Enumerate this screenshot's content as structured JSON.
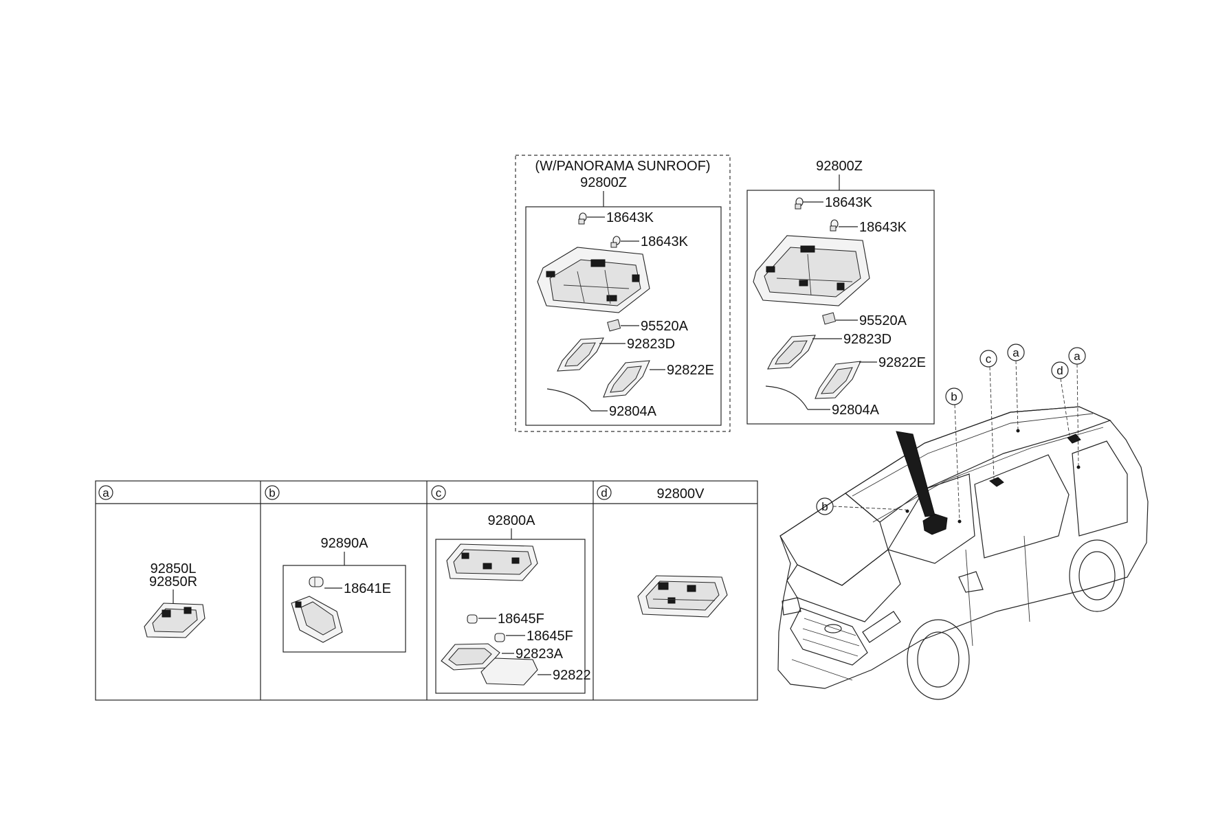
{
  "panorama_group": {
    "title": "(W/PANORAMA SUNROOF)",
    "assembly": "92800Z",
    "parts": [
      "18643K",
      "18643K",
      "95520A",
      "92823D",
      "92822E",
      "92804A"
    ]
  },
  "standard_group": {
    "assembly": "92800Z",
    "parts": [
      "18643K",
      "18643K",
      "95520A",
      "92823D",
      "92822E",
      "92804A"
    ]
  },
  "table": {
    "columns": [
      {
        "marker": "a",
        "header": "",
        "labels": [
          "92850L",
          "92850R"
        ]
      },
      {
        "marker": "b",
        "header": "",
        "assembly": "92890A",
        "labels": [
          "18641E"
        ]
      },
      {
        "marker": "c",
        "header": "",
        "assembly": "92800A",
        "labels": [
          "18645F",
          "18645F",
          "92823A",
          "92822"
        ]
      },
      {
        "marker": "d",
        "header": "92800V",
        "labels": []
      }
    ]
  },
  "vehicle": {
    "callouts": [
      "a",
      "a",
      "b",
      "b",
      "c",
      "d"
    ]
  }
}
